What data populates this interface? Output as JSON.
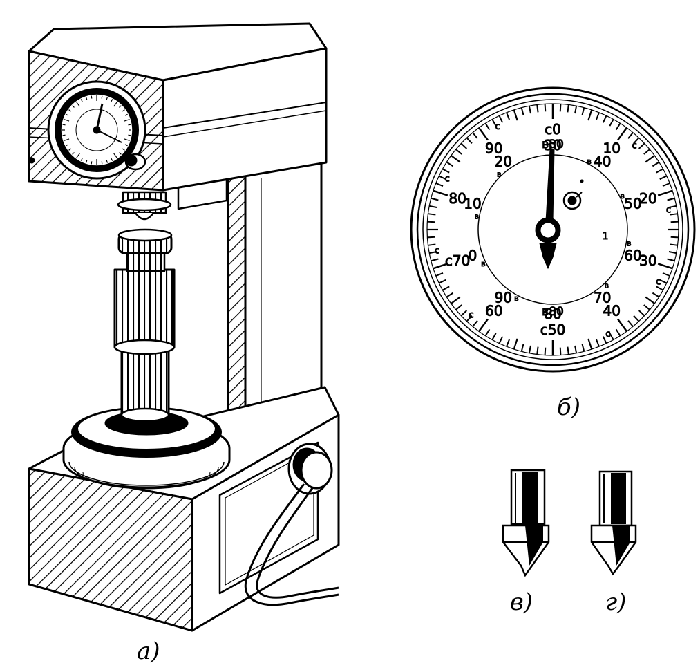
{
  "figure": {
    "captions": {
      "a": "а)",
      "b": "б)",
      "v": "в)",
      "g": "г)"
    }
  },
  "dial": {
    "c_scale": [
      {
        "t": "c0",
        "deg": 0
      },
      {
        "t": "10",
        "deg": 36
      },
      {
        "t": "20",
        "deg": 72
      },
      {
        "t": "30",
        "deg": 108
      },
      {
        "t": "40",
        "deg": 144
      },
      {
        "t": "c50",
        "deg": 180
      },
      {
        "t": "60",
        "deg": 216
      },
      {
        "t": "c70",
        "deg": 252
      },
      {
        "t": "80",
        "deg": 288
      },
      {
        "t": "90",
        "deg": 324
      }
    ],
    "b_scale": [
      {
        "t": "30",
        "deg": 0
      },
      {
        "t": "40",
        "deg": 36
      },
      {
        "t": "50",
        "deg": 72
      },
      {
        "t": "60",
        "deg": 108
      },
      {
        "t": "70",
        "deg": 144
      },
      {
        "t": "80",
        "deg": 180
      },
      {
        "t": "90",
        "deg": 216
      },
      {
        "t": "0",
        "deg": 252
      },
      {
        "t": "10",
        "deg": 288
      },
      {
        "t": "20",
        "deg": 324
      }
    ],
    "inner_labels": {
      "top": "в30",
      "bottom": "в80",
      "side": "1"
    },
    "colors": {
      "ink": "#000000",
      "paper": "#ffffff"
    }
  }
}
